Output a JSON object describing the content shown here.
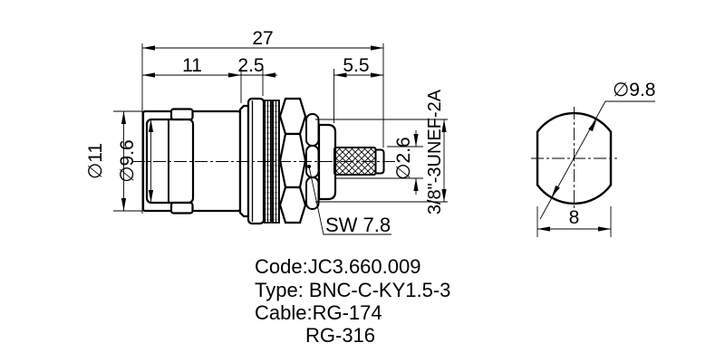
{
  "drawing": {
    "side_view": {
      "dims": {
        "overall_length": "27",
        "body_length": "11",
        "flange_width": "2.5",
        "crimp_length": "5.5",
        "outer_diameter": "∅11",
        "coupling_diameter": "∅9.6",
        "pin_diameter": "∅2.6",
        "thread_spec": "3/8\"-3UNEF-2A",
        "wrench_size": "SW 7.8"
      }
    },
    "end_view": {
      "dims": {
        "end_diameter": "∅9.8",
        "across_flats": "8"
      }
    },
    "notes": {
      "code": "Code:JC3.660.009",
      "type": "Type: BNC-C-KY1.5-3",
      "cable": "Cable:RG-174",
      "cable_alt": "RG-316"
    },
    "colors": {
      "line": "#000000",
      "background": "#ffffff"
    }
  }
}
